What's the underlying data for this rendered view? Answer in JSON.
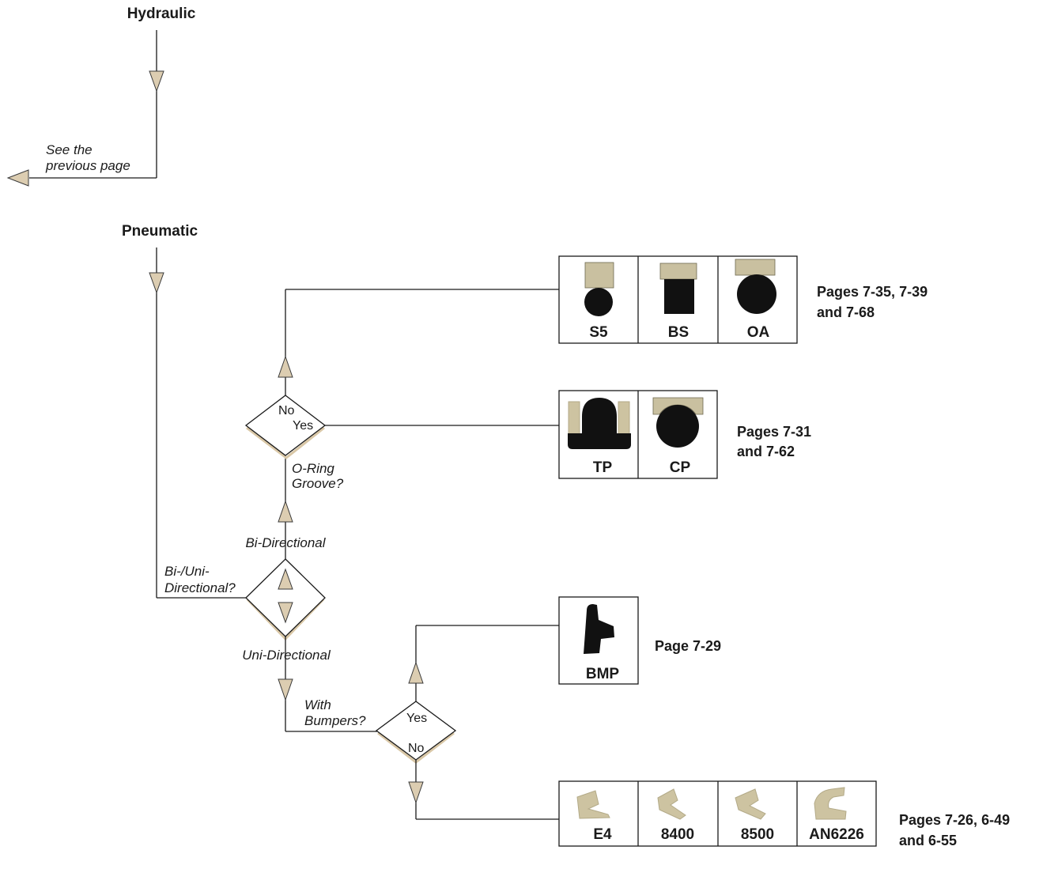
{
  "headings": {
    "hydraulic": "Hydraulic",
    "pneumatic": "Pneumatic"
  },
  "notes": {
    "see_previous": [
      "See the",
      "previous page"
    ],
    "bi_uni_question": [
      "Bi-/Uni-",
      "Directional?"
    ],
    "bi_directional": "Bi-Directional",
    "uni_directional": "Uni-Directional",
    "oring_question": [
      "O-Ring",
      "Groove?"
    ],
    "bumpers_question": [
      "With",
      "Bumpers?"
    ]
  },
  "decisions": {
    "oring": {
      "no": "No",
      "yes": "Yes"
    },
    "bumpers": {
      "yes": "Yes",
      "no": "No"
    }
  },
  "profile_groups": {
    "no_oring": {
      "codes": [
        "S5",
        "BS",
        "OA"
      ],
      "icons": [
        "s5-profile-icon",
        "bs-profile-icon",
        "oa-profile-icon"
      ],
      "pages": [
        "Pages 7-35, 7-39",
        "and 7-68"
      ]
    },
    "oring": {
      "codes": [
        "TP",
        "CP"
      ],
      "icons": [
        "tp-profile-icon",
        "cp-profile-icon"
      ],
      "pages": [
        "Pages 7-31",
        "and 7-62"
      ]
    },
    "bumper": {
      "codes": [
        "BMP"
      ],
      "icons": [
        "bmp-profile-icon"
      ],
      "pages": [
        "Page 7-29"
      ]
    },
    "no_bumper": {
      "codes": [
        "E4",
        "8400",
        "8500",
        "AN6226"
      ],
      "icons": [
        "e4-profile-icon",
        "8400-profile-icon",
        "8500-profile-icon",
        "an6226-profile-icon"
      ],
      "pages": [
        "Pages 7-26, 6-49",
        "and 6-55"
      ]
    }
  },
  "colors": {
    "arrow_fill": "#dccdb1",
    "label_band": "#f1e1cd",
    "seal_tan": "#cdc3a1",
    "seal_black": "#111111"
  }
}
